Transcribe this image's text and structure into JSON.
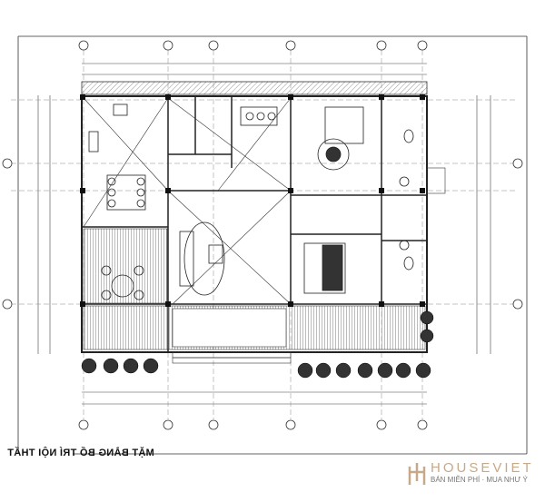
{
  "drawing": {
    "title": "MẶT BẰNG BỐ TRÍ NỘI THẤT",
    "title_mirrored": true
  },
  "watermark": {
    "brand": "HOUSEVIET",
    "tagline": "BÁN MIỄN PHÍ · MUA NHƯ Ý",
    "color": "#c7a98a"
  },
  "colors": {
    "line": "#222222",
    "hatch": "#555555"
  }
}
